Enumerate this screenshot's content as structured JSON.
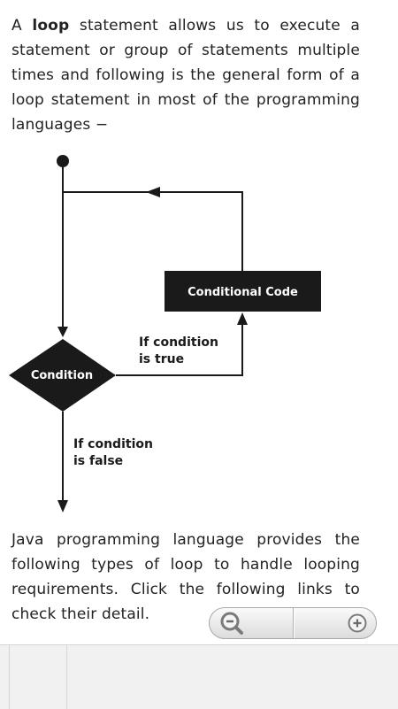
{
  "intro": {
    "prefix": "A ",
    "bold": "loop",
    "suffix": " statement allows us to execute a statement or group of statements multiple times and following is the general form of a loop statement in most of the programming languages −"
  },
  "diagram": {
    "conditional_code": "Conditional Code",
    "condition": "Condition",
    "true_label": [
      "If condition",
      "is true"
    ],
    "false_label": [
      "If condition",
      "is false"
    ]
  },
  "outro": {
    "text": "Java programming language provides the following types of loop to handle looping requirements. Click the following links to check their detail."
  },
  "zoom": {
    "out_icon": "zoom-out-icon",
    "in_icon": "zoom-in-icon"
  }
}
